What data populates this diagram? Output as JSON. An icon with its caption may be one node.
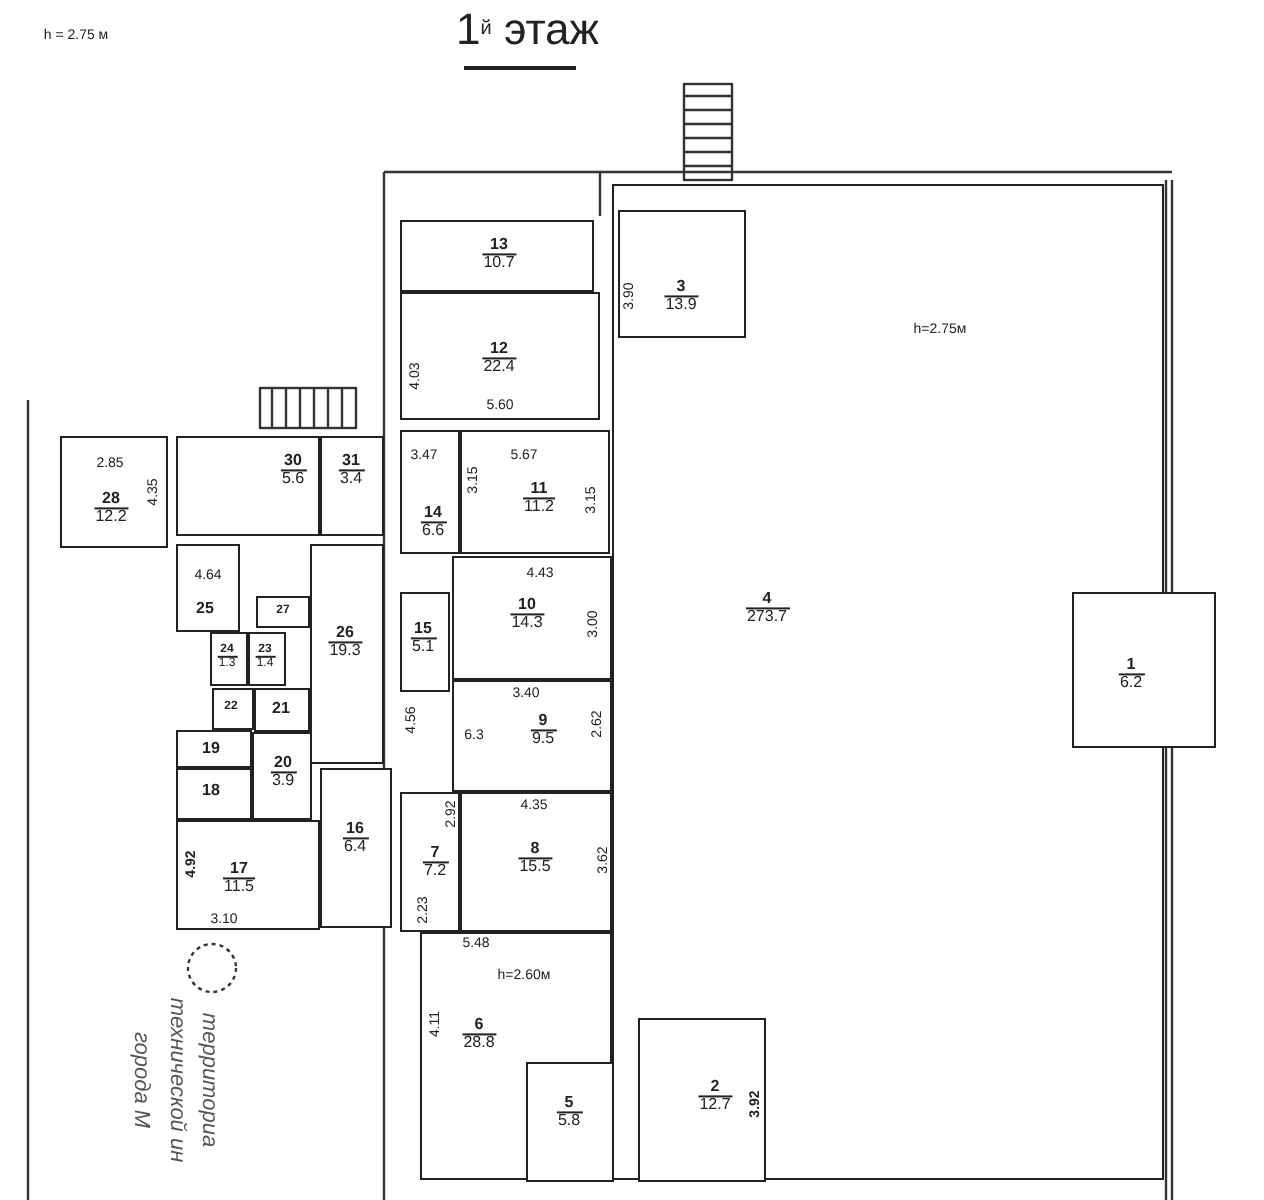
{
  "diagram": {
    "title": "1$^{й}$ этаж",
    "nodes": [
      {
        "text": [
          "13",
          "10.7"
        ]
      },
      {
        "text": [
          "12",
          "22.4"
        ]
      },
      {
        "text": [
          "4",
          "273.7"
        ]
      },
      {
        "text": [
          "3",
          "13.9"
        ],
        "in": 2
      },
      {
        "text": [
          "1",
          "6.2"
        ]
      },
      {
        "text": [
          "28",
          "12.2"
        ]
      },
      {
        "text": [
          "30",
          "5.6"
        ]
      },
      {
        "text": [
          "31",
          "3.4"
        ]
      },
      {
        "text": [
          "14",
          "6.6"
        ]
      },
      {
        "text": [
          "11",
          "11.2"
        ]
      },
      {
        "text": [
          "25"
        ]
      },
      {
        "text": [
          "24",
          "1.3"
        ]
      },
      {
        "text": [
          "23",
          "1.4"
        ]
      },
      {
        "text": [
          "27"
        ]
      },
      {
        "text": [
          "26",
          "19.3"
        ]
      },
      {
        "text": [
          "15",
          "5.1"
        ]
      },
      {
        "text": [
          "10",
          "14.3"
        ]
      },
      {
        "text": [
          "22"
        ]
      },
      {
        "text": [
          "21"
        ]
      },
      {
        "text": [
          "9",
          "9.5"
        ]
      },
      {
        "text": [
          "19"
        ]
      },
      {
        "text": [
          "20",
          "3.9"
        ]
      },
      {
        "text": [
          "18"
        ]
      },
      {
        "text": [
          "16",
          "6.4"
        ]
      },
      {
        "text": [
          "7",
          "7.2"
        ]
      },
      {
        "text": [
          "8",
          "15.5"
        ]
      },
      {
        "text": [
          "17",
          "11.5"
        ]
      },
      {
        "text": [
          "6",
          "28.8"
        ]
      },
      {
        "text": [
          "5",
          "5.8"
        ],
        "in": 27
      },
      {
        "text": [
          "2",
          "12.7"
        ],
        "in": 2
      }
    ],
    "labels": [
      "h = 2.75 м",
      "h=2.75м",
      "3.90",
      "4.03",
      "5.60",
      "2.85",
      "4.35",
      "3.47",
      "5.67",
      "3.15",
      "3.15",
      "4.64",
      "4.43",
      "3.00",
      "3.40",
      "4.56",
      "6.3",
      "2.62",
      "4.92",
      "2.92",
      "4.35",
      "3.62",
      "2.23",
      "3.10",
      "5.48",
      "h=2.60м",
      "4.11",
      "3.92",
      "города М",
      "технической ин",
      "территориа"
    ]
  }
}
